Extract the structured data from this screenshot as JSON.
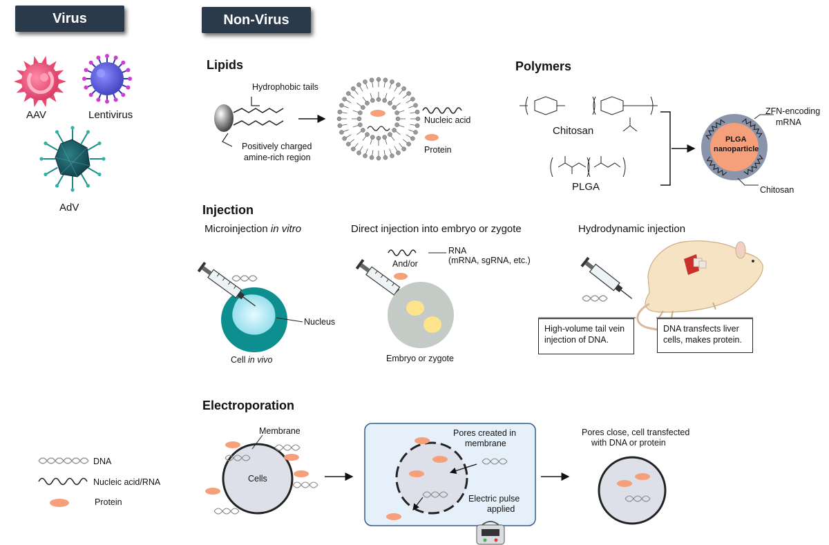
{
  "headers": {
    "virus": "Virus",
    "non_virus": "Non-Virus"
  },
  "viruses": {
    "aav": "AAV",
    "lentivirus": "Lentivirus",
    "adv": "AdV"
  },
  "lipids": {
    "title": "Lipids",
    "hydrophobic_tails": "Hydrophobic tails",
    "positive_region_line1": "Positively charged",
    "positive_region_line2": "amine-rich region",
    "nucleic_acid": "Nucleic acid",
    "protein": "Protein"
  },
  "polymers": {
    "title": "Polymers",
    "chitosan": "Chitosan",
    "plga": "PLGA",
    "zfn_line1": "ZFN-encoding",
    "zfn_line2": "mRNA",
    "nanoparticle_line1": "PLGA",
    "nanoparticle_line2": "nanoparticle",
    "chitosan_layer": "Chitosan"
  },
  "injection": {
    "title": "Injection",
    "micro_prefix": "Microinjection ",
    "micro_italic": "in vitro",
    "nucleus": "Nucleus",
    "cell_prefix": "Cell ",
    "cell_italic": "in vivo",
    "direct_title": "Direct injection into embryo or zygote",
    "rna_line1": "RNA",
    "rna_line2": "(mRNA, sgRNA, etc.)",
    "and_or": "And/or",
    "embryo": "Embryo or zygote",
    "hydro_title": "Hydrodynamic injection",
    "box1_line1": "High-volume tail vein",
    "box1_line2": "injection of DNA.",
    "box2_line1": "DNA transfects liver",
    "box2_line2": "cells, makes protein."
  },
  "electroporation": {
    "title": "Electroporation",
    "membrane": "Membrane",
    "cells": "Cells",
    "pores_created_line1": "Pores created in",
    "pores_created_line2": "membrane",
    "pulse_line1": "Electric pulse",
    "pulse_line2": "applied",
    "pores_close_line1": "Pores close, cell transfected",
    "pores_close_line2": "with DNA or protein"
  },
  "legend": {
    "dna": "DNA",
    "nucleic_acid_rna": "Nucleic acid/RNA",
    "protein": "Protein"
  },
  "colors": {
    "badge": "#2b3a4a",
    "protein": "#f5a07a",
    "cell_fill": "#dde0e8",
    "teal": "#0e8f8f",
    "light_panel": "#e6f0fa",
    "embryo": "#c4cbc7",
    "yolk": "#fde48c",
    "aav": "#e84a6f",
    "lentivirus": "#5555e0",
    "adv": "#1a6a72"
  }
}
